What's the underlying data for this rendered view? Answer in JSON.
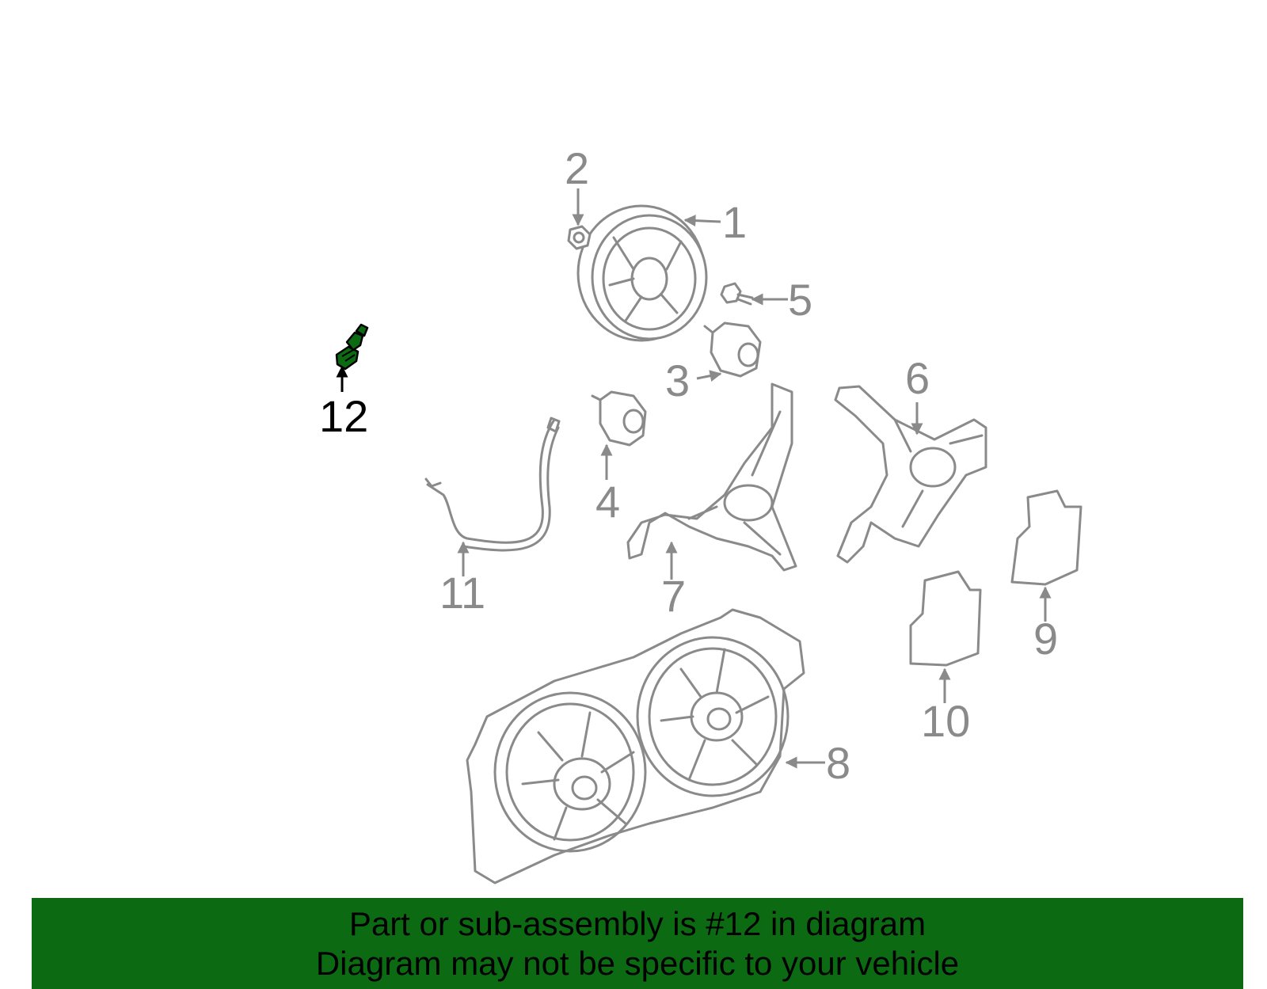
{
  "callouts": [
    {
      "number": "1"
    },
    {
      "number": "2"
    },
    {
      "number": "3"
    },
    {
      "number": "4"
    },
    {
      "number": "5"
    },
    {
      "number": "6"
    },
    {
      "number": "7"
    },
    {
      "number": "8"
    },
    {
      "number": "9"
    },
    {
      "number": "10"
    },
    {
      "number": "11"
    },
    {
      "number": "12",
      "highlighted": true
    }
  ],
  "banner": {
    "line1": "Part or sub-assembly is #12 in diagram",
    "line2": "Diagram may not be specific to your vehicle"
  },
  "colors": {
    "banner_background": "#0c6b12",
    "part_outline": "#8a8a8a",
    "highlighted_part": "#0c6b12",
    "highlighted_label": "#000000"
  }
}
